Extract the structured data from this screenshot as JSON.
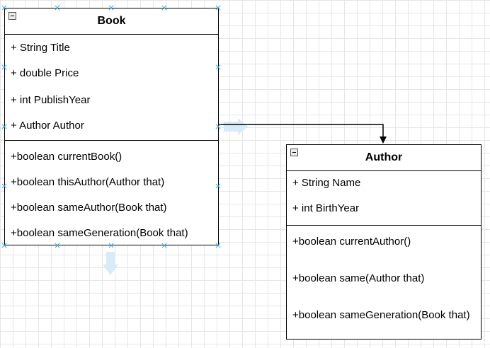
{
  "classes": {
    "book": {
      "name": "Book",
      "attributes": [
        "+ String Title",
        "+ double Price",
        "+ int PublishYear",
        "+ Author Author"
      ],
      "methods": [
        "+boolean currentBook()",
        "+boolean thisAuthor(Author that)",
        "+boolean sameAuthor(Book that)",
        "+boolean sameGeneration(Book that)"
      ]
    },
    "author": {
      "name": "Author",
      "attributes": [
        "+ String Name",
        "+ int BirthYear"
      ],
      "methods": [
        "+boolean currentAuthor()",
        "+boolean same(Author that)",
        "+boolean sameGeneration(Book that)"
      ]
    }
  },
  "association": {
    "from": "Book.Author",
    "to": "Author"
  },
  "colors": {
    "grid": "#e6e6e6",
    "selection": "#29a8e0",
    "hint_arrow": "#d6ecf8",
    "line": "#000000"
  }
}
